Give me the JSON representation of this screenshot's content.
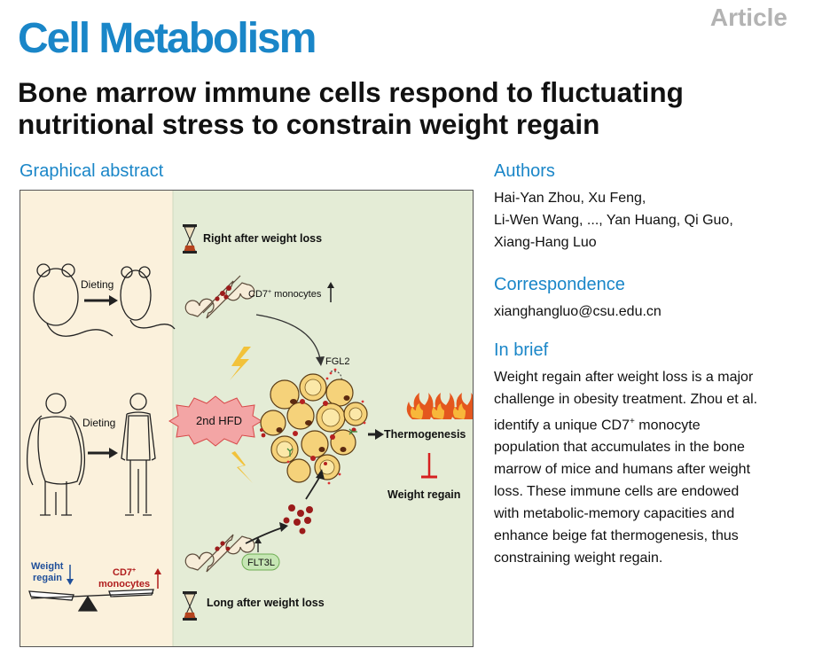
{
  "header": {
    "article_tag": "Article",
    "journal": "Cell Metabolism",
    "title_line1": "Bone marrow immune cells respond to fluctuating",
    "title_line2": "nutritional stress to constrain weight regain"
  },
  "graphical_abstract": {
    "heading": "Graphical abstract",
    "right_after": "Right after weight loss",
    "long_after": "Long after weight loss",
    "dieting_1": "Dieting",
    "dieting_2": "Dieting",
    "cd7_label": "CD7",
    "cd7_sup": "+",
    "cd7_rest": " monocytes",
    "fgl2": "FGL2",
    "second_hfd": "2nd HFD",
    "thermogenesis": "Thermogenesis",
    "weight_regain": "Weight regain",
    "flt3l": "FLT3L",
    "scale_left_1": "Weight",
    "scale_left_2": "regain",
    "scale_right_1": "CD7",
    "scale_right_sup": "+",
    "scale_right_2": "monocytes"
  },
  "authors": {
    "heading": "Authors",
    "line1": "Hai-Yan Zhou, Xu Feng,",
    "line2": "Li-Wen Wang, ..., Yan Huang, Qi Guo,",
    "line3": "Xiang-Hang Luo"
  },
  "correspondence": {
    "heading": "Correspondence",
    "email": "xianghangluo@csu.edu.cn"
  },
  "in_brief": {
    "heading": "In brief",
    "line1": "Weight regain after weight loss is a major",
    "line2": "challenge in obesity treatment. Zhou et al.",
    "line3_a": "identify a unique CD7",
    "line3_sup": "+",
    "line3_b": " monocyte",
    "line4": "population that accumulates in the bone",
    "line5": "marrow of mice and humans after weight",
    "line6": "loss. These immune cells are endowed",
    "line7": "with metabolic-memory capacities and",
    "line8": "enhance beige fat thermogenesis, thus",
    "line9": "constraining weight regain."
  },
  "colors": {
    "journal_blue": "#1a86c8",
    "left_panel_bg": "#fbf1dc",
    "right_panel_bg": "#e4ecd6",
    "monocyte_red": "#9b1b1b",
    "fat_yellow": "#f5d27a"
  }
}
